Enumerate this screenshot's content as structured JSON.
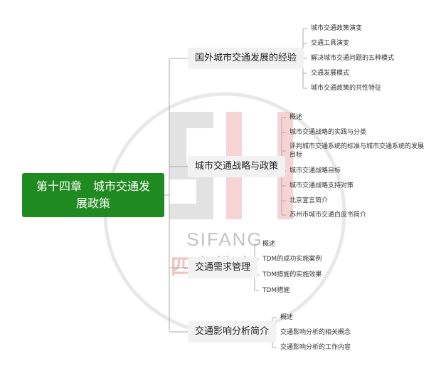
{
  "root": {
    "title": "第十四章　城市交通发展政策"
  },
  "watermark": {
    "brand": "SIFANG",
    "chinese": "四方教育"
  },
  "branches": [
    {
      "label": "国外城市交通发展的经验",
      "leaves": [
        "城市交通政策演变",
        "交通工具演变",
        "解决城市交通问题的五种模式",
        "交通发展模式",
        "城市交通政策的共性特征"
      ]
    },
    {
      "label": "城市交通战略与政策",
      "leaves": [
        "概述",
        "城市交通战略的实践与分类",
        "评判城市交通系统的标准与城市交通系统的发展目标",
        "城市交通战略目标",
        "城市交通战略支持对策",
        "北京宣言简介",
        "苏州市城市交通白皮书简介"
      ]
    },
    {
      "label": "交通需求管理",
      "leaves": [
        "概述",
        "TDM的成功实施案例",
        "TDM措施的实施效果",
        "TDM措施"
      ]
    },
    {
      "label": "交通影响分析简介",
      "leaves": [
        "概述",
        "交通影响分析的相关概念",
        "交通影响分析的工作内容"
      ]
    }
  ],
  "colors": {
    "root_bg": "#1f8a1f",
    "branch_bg": "#f2f2f2",
    "line": "#aaaaaa",
    "watermark_red": "#e07070",
    "watermark_gray": "#a0a0a0"
  }
}
